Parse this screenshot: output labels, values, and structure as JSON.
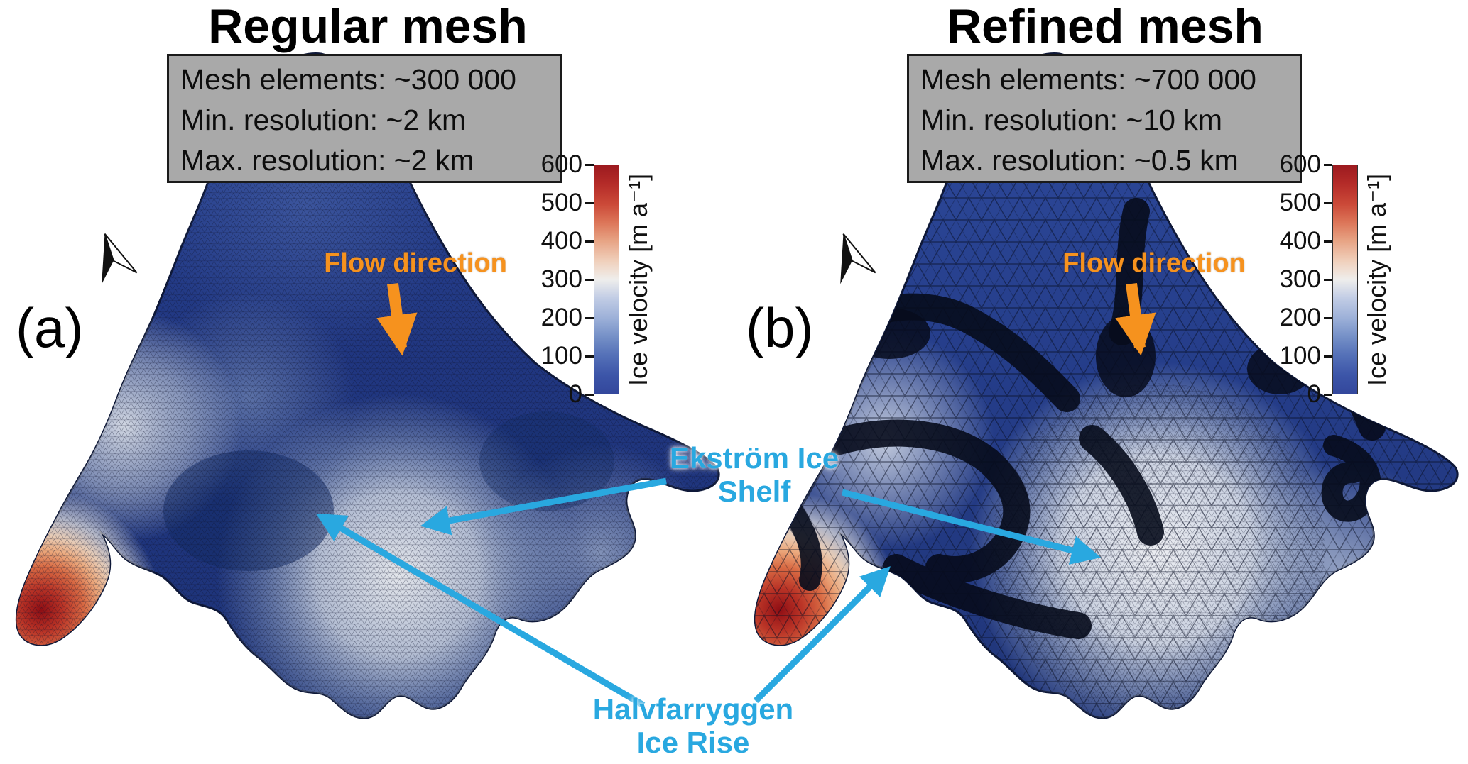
{
  "figure": {
    "panels": [
      {
        "label": "(a)",
        "title": "Regular mesh",
        "info_lines": [
          "Mesh elements: ~300 000",
          "Min. resolution: ~2 km",
          "Max. resolution: ~2 km"
        ],
        "flow_label": "Flow direction"
      },
      {
        "label": "(b)",
        "title": "Refined mesh",
        "info_lines": [
          "Mesh elements: ~700 000",
          "Min. resolution: ~10 km",
          "Max. resolution: ~0.5 km"
        ],
        "flow_label": "Flow direction"
      }
    ],
    "colorbar": {
      "label": "Ice velocity [m a⁻¹]",
      "ticks": [
        "600",
        "500",
        "400",
        "300",
        "200",
        "100",
        "0"
      ],
      "min_color": "#33479c",
      "mid_color": "#efeeec",
      "max_color": "#9c1a1f"
    },
    "annotations": [
      {
        "name": "ekstrom-ice-shelf",
        "lines": [
          "Ekström Ice",
          "Shelf"
        ]
      },
      {
        "name": "halvfarryggen-ice-rise",
        "lines": [
          "Halvfarryggen",
          "Ice Rise"
        ]
      }
    ],
    "icons": {
      "north_arrow": "north-arrow-pennant"
    },
    "colors": {
      "annotation_cyan": "#29a8e0",
      "flow_orange": "#f6921e",
      "info_box_gray": "#a9a9a9",
      "ice_slow_blue": "#203680",
      "ice_fast_red": "#b93326"
    }
  }
}
